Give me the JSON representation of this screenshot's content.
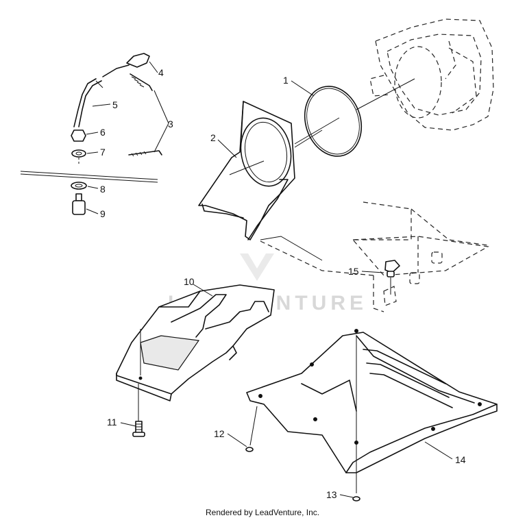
{
  "watermark": "LEADVENTURE",
  "credit": "Rendered by LeadVenture, Inc.",
  "callouts": {
    "c1": "1",
    "c2": "2",
    "c3": "3",
    "c4": "4",
    "c5": "5",
    "c6": "6",
    "c7": "7",
    "c8": "8",
    "c9": "9",
    "c10": "10",
    "c11": "11",
    "c12": "12",
    "c13": "13",
    "c14": "14",
    "c15": "15"
  }
}
